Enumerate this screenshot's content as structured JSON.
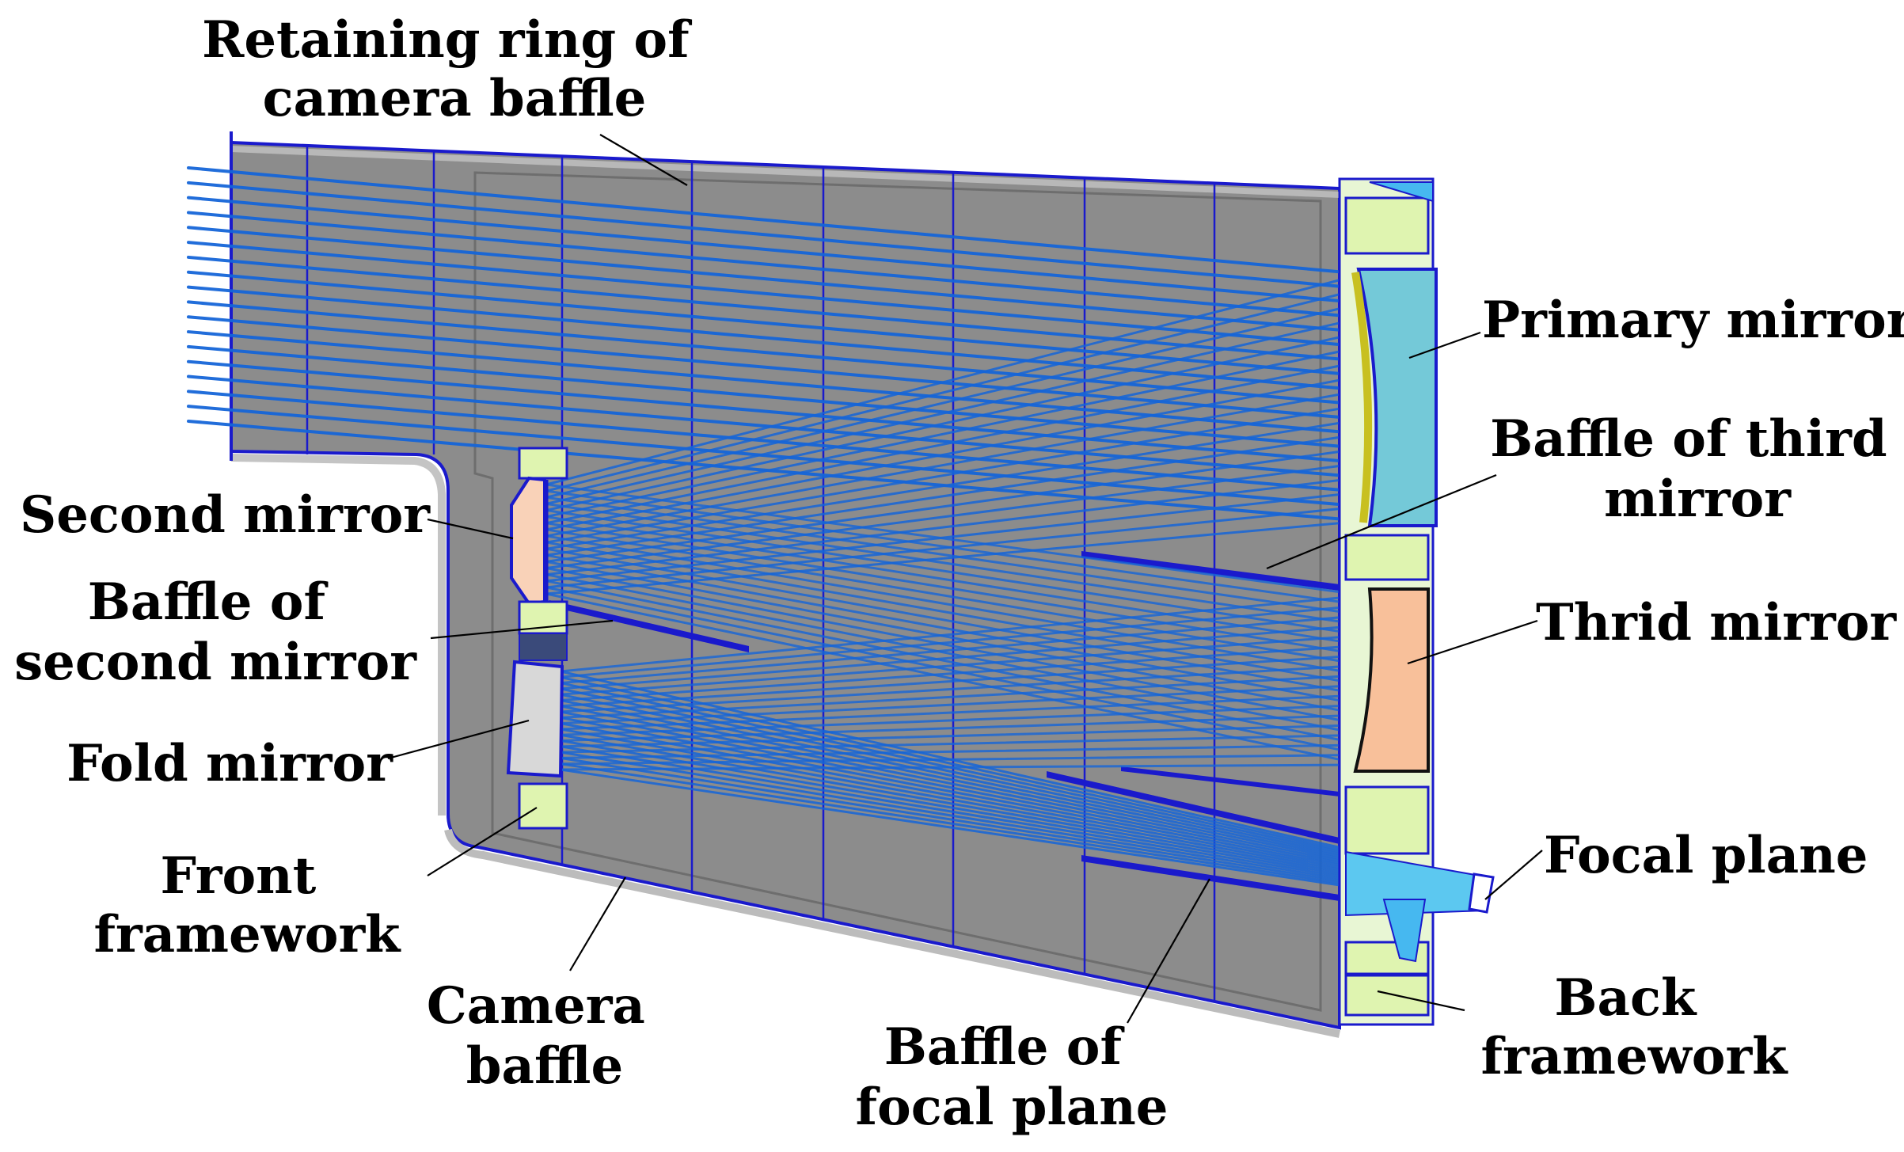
{
  "labels": {
    "retaining_ring": [
      "Retaining ring of",
      "camera baffle"
    ],
    "primary_mirror": [
      "Primary mirror"
    ],
    "baffle_third_mirror": [
      "Baffle of third",
      "mirror"
    ],
    "third_mirror": [
      "Thrid mirror"
    ],
    "focal_plane": [
      "Focal plane"
    ],
    "back_framework": [
      "Back",
      "framework"
    ],
    "baffle_focal_plane": [
      "Baffle of",
      "focal plane"
    ],
    "camera_baffle": [
      "Camera",
      "baffle"
    ],
    "front_framework": [
      "Front",
      "framework"
    ],
    "fold_mirror": [
      "Fold mirror"
    ],
    "baffle_second_mirror": [
      "Baffle of",
      "second mirror"
    ],
    "second_mirror": [
      "Second mirror"
    ]
  },
  "colors": {
    "housing_fill": "#8c8c8c",
    "housing_edge": "#1a1acc",
    "ray": "#1565d8",
    "primary_mirror": "#74c9d8",
    "third_mirror": "#f8c09a",
    "second_mirror": "#f9d2b8",
    "fold_mirror": "#d8d8d8",
    "mount_block": "#dff4b0",
    "focal_plane_glass": "#5cc8f0",
    "leader_line": "#000000"
  }
}
